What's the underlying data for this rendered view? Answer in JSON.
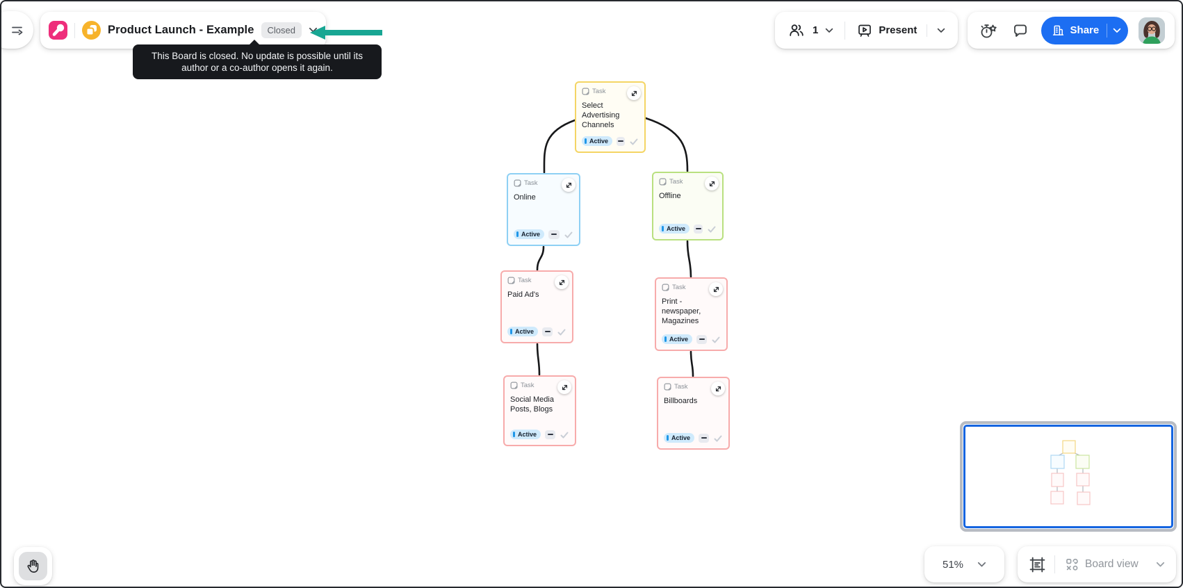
{
  "header": {
    "board_title": "Product Launch - Example",
    "status_badge": "Closed",
    "status_tooltip": "This Board is closed. No update is possible until its author or a co-author opens it again.",
    "participants_count": "1",
    "present_label": "Present",
    "share_label": "Share"
  },
  "canvas": {
    "cards": [
      {
        "type_label": "Task",
        "title": "Select Advertising Channels",
        "status": "Active",
        "accent_color": "#F4D564"
      },
      {
        "type_label": "Task",
        "title": "Online",
        "status": "Active",
        "accent_color": "#8ED0F4"
      },
      {
        "type_label": "Task",
        "title": "Offline",
        "status": "Active",
        "accent_color": "#B9E07F"
      },
      {
        "type_label": "Task",
        "title": "Paid Ad's",
        "status": "Active",
        "accent_color": "#F7ABAB"
      },
      {
        "type_label": "Task",
        "title": "Print - newspaper, Magazines",
        "status": "Active",
        "accent_color": "#F7ABAB"
      },
      {
        "type_label": "Task",
        "title": "Social Media Posts, Blogs",
        "status": "Active",
        "accent_color": "#F7ABAB"
      },
      {
        "type_label": "Task",
        "title": "Billboards",
        "status": "Active",
        "accent_color": "#F7ABAB"
      }
    ]
  },
  "minimap": {
    "viewport_color": "#1565E0",
    "node_colors": [
      "#F4D564",
      "#8ED0F4",
      "#B9E07F",
      "#F7ABAB",
      "#F7ABAB",
      "#F7ABAB",
      "#F7ABAB"
    ]
  },
  "footer": {
    "zoom_level": "51%",
    "view_mode_label": "Board view"
  },
  "colors": {
    "share_button": "#1C6EF2",
    "annotation_arrow": "#18A693",
    "active_badge_bg": "#CFEAFC",
    "active_badge_bar": "#1F97E8",
    "tooltip_bg": "#17191D"
  }
}
